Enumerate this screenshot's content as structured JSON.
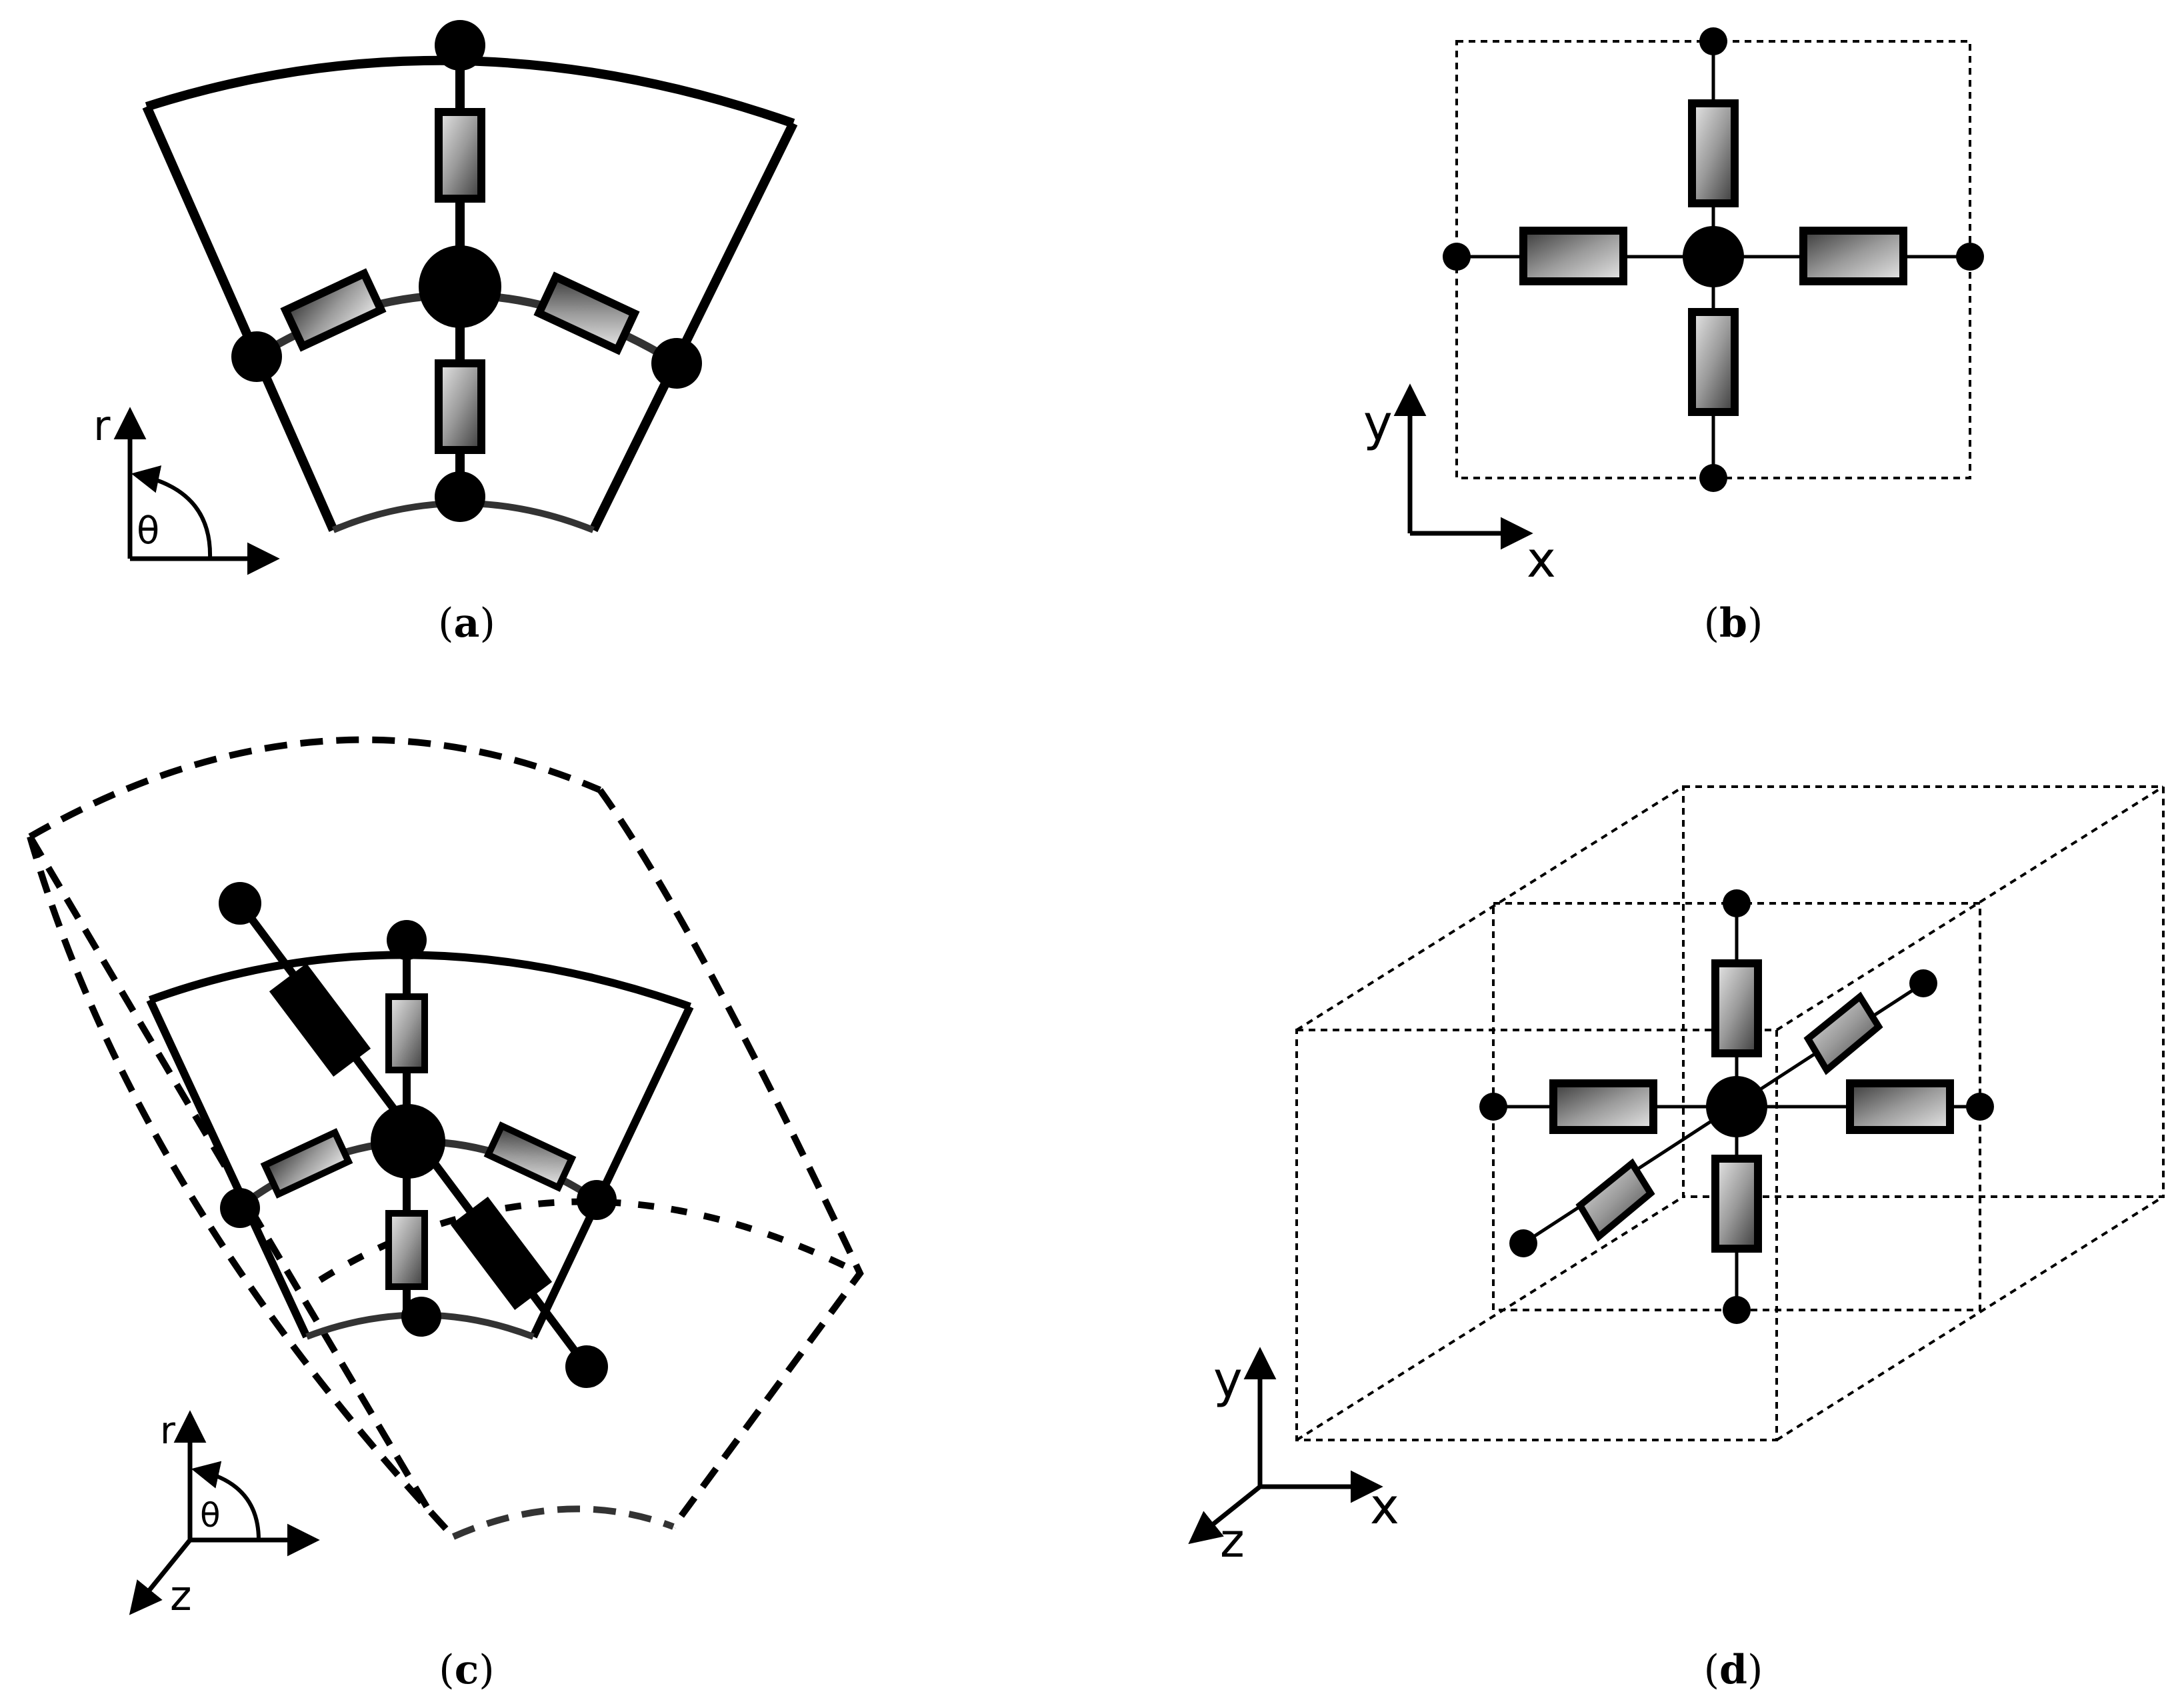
{
  "panels": {
    "a": {
      "caption_open": "(",
      "caption_letter": "a",
      "caption_close": ")",
      "axis_r": "r",
      "axis_theta": "θ"
    },
    "b": {
      "caption_open": "(",
      "caption_letter": "b",
      "caption_close": ")",
      "axis_y": "y",
      "axis_x": "x"
    },
    "c": {
      "caption_open": "(",
      "caption_letter": "c",
      "caption_close": ")",
      "axis_r": "r",
      "axis_theta": "θ",
      "axis_z": "z"
    },
    "d": {
      "caption_open": "(",
      "caption_letter": "d",
      "caption_close": ")",
      "axis_y": "y",
      "axis_x": "x",
      "axis_z": "z"
    }
  },
  "colors": {
    "ink": "#000000",
    "resistor_light": "#e4e4e4",
    "resistor_dark": "#4a4a4a",
    "arc_gray": "#333333"
  }
}
